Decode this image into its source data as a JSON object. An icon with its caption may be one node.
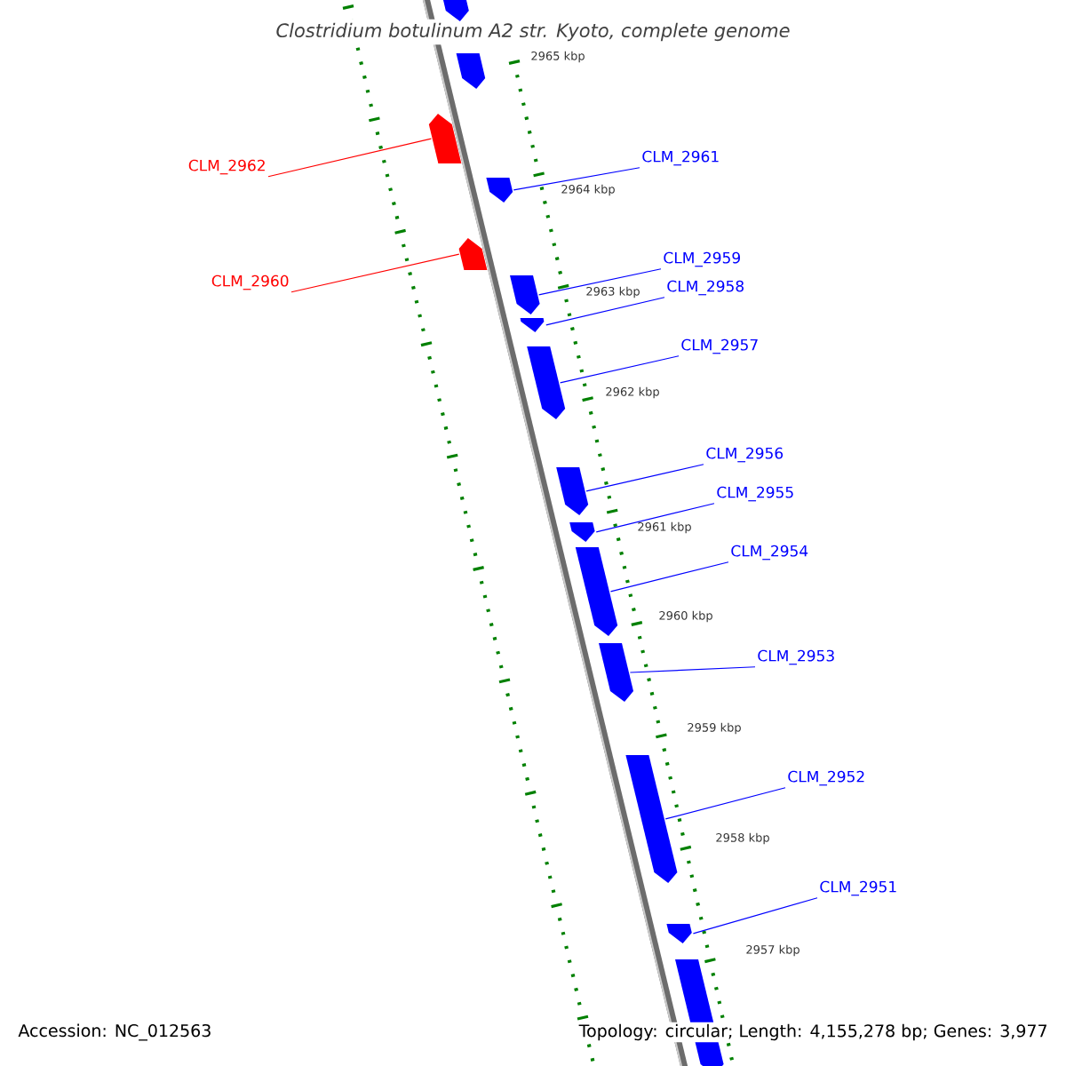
{
  "diagram": {
    "title": "Clostridium botulinum A2 str. Kyoto, complete genome",
    "nodes": [
      {
        "text": [
          "CLM_2961"
        ]
      },
      {
        "text": [
          "CLM_2962"
        ]
      },
      {
        "text": [
          "CLM_2959"
        ]
      },
      {
        "text": [
          "CLM_2960"
        ]
      },
      {
        "text": [
          "CLM_2958"
        ]
      },
      {
        "text": [
          "CLM_2957"
        ]
      },
      {
        "text": [
          "CLM_2956"
        ]
      },
      {
        "text": [
          "CLM_2955"
        ]
      },
      {
        "text": [
          "CLM_2954"
        ]
      },
      {
        "text": [
          "CLM_2953"
        ]
      },
      {
        "text": [
          "CLM_2952"
        ]
      },
      {
        "text": [
          "CLM_2951"
        ]
      },
      {
        "text": [],
        "shape": "pentagon"
      },
      {
        "text": [],
        "shape": "pentagon"
      },
      {
        "text": [],
        "shape": "pentagon"
      },
      {
        "text": [],
        "shape": "pentagon"
      },
      {
        "text": [],
        "shape": "pentagon"
      },
      {
        "text": [],
        "shape": "pentagon"
      },
      {
        "text": [],
        "shape": "pentagon"
      },
      {
        "text": [],
        "shape": "pentagon"
      },
      {
        "text": [],
        "shape": "pentagon"
      },
      {
        "text": [],
        "shape": "pentagon"
      },
      {
        "text": [],
        "shape": "pentagon"
      },
      {
        "text": [],
        "shape": "pentagon"
      },
      {
        "text": [],
        "shape": "pentagon"
      },
      {
        "text": [],
        "shape": "pentagon"
      },
      {
        "text": [],
        "shape": "pentagon"
      }
    ],
    "edges": [
      {
        "from": 0,
        "to": 16,
        "arrow": "none"
      },
      {
        "from": 1,
        "to": 14,
        "arrow": "none",
        "color": "#ff0000"
      },
      {
        "from": 2,
        "to": 17,
        "arrow": "none"
      },
      {
        "from": 3,
        "to": 15,
        "arrow": "none",
        "color": "#ff0000"
      },
      {
        "from": 4,
        "to": 18,
        "arrow": "none"
      },
      {
        "from": 5,
        "to": 19,
        "arrow": "none"
      },
      {
        "from": 6,
        "to": 20,
        "arrow": "none"
      },
      {
        "from": 7,
        "to": 21,
        "arrow": "none"
      },
      {
        "from": 8,
        "to": 22,
        "arrow": "none"
      },
      {
        "from": 9,
        "to": 23,
        "arrow": "none"
      },
      {
        "from": 10,
        "to": 24,
        "arrow": "none"
      },
      {
        "from": 11,
        "to": 25,
        "arrow": "none"
      }
    ],
    "labels": [
      "2965 kbp",
      "2964 kbp",
      "2963 kbp",
      "2962 kbp",
      "2961 kbp",
      "2960 kbp",
      "2959 kbp",
      "2958 kbp",
      "2957 kbp",
      "Accession: NC_012563",
      "Topology: circular; Length: 4,155,278 bp; Genes: 3,977"
    ]
  }
}
